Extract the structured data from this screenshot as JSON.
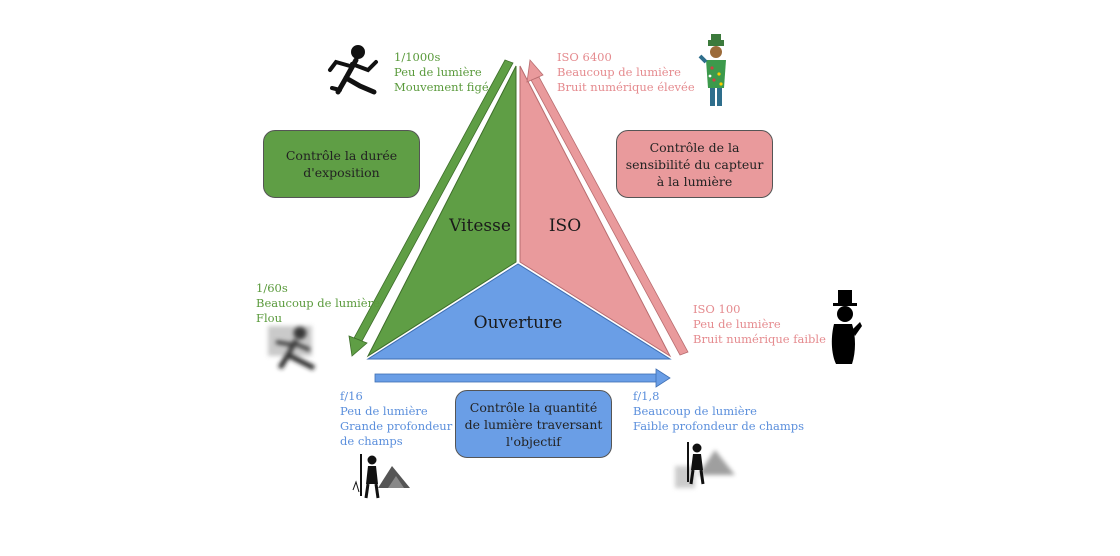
{
  "triangle": {
    "vitesse": "Vitesse",
    "iso": "ISO",
    "ouverture": "Ouverture"
  },
  "boxes": {
    "vitesse": [
      "Contrôle la durée",
      "d'exposition"
    ],
    "iso": [
      "Contrôle de la",
      "sensibilité du capteur",
      "à la lumière"
    ],
    "ouverture": [
      "Contrôle la quantité",
      "de lumière traversant",
      "l'objectif"
    ]
  },
  "labels": {
    "fast_shutter": [
      "1/1000s",
      "Peu de lumière",
      "Mouvement figé"
    ],
    "slow_shutter": [
      "1/60s",
      "Beaucoup de lumière",
      "Flou"
    ],
    "iso_high": [
      "ISO 6400",
      "Beaucoup de lumière",
      "Bruit numérique élevée"
    ],
    "iso_low": [
      "ISO 100",
      "Peu de lumière",
      "Bruit numérique faible"
    ],
    "aperture_small": [
      "f/16",
      "Peu de lumière",
      "Grande profondeur",
      "de champs"
    ],
    "aperture_large": [
      "f/1,8",
      "Beaucoup de lumière",
      "Faible profondeur de champs"
    ]
  },
  "colors": {
    "green": "#5f9e45",
    "green_text": "#5a9a3c",
    "pink": "#e99a9c",
    "pink_text": "#e58b8f",
    "blue": "#6a9ee6",
    "blue_text": "#5b8fdc"
  },
  "icons": {
    "fast_shutter": "running-person-icon",
    "slow_shutter": "blurred-runner-icon",
    "iso_high": "noisy-person-icon",
    "iso_low": "top-hat-silhouette-icon",
    "aperture_small": "hiker-sharp-icon",
    "aperture_large": "hiker-blurred-icon"
  }
}
